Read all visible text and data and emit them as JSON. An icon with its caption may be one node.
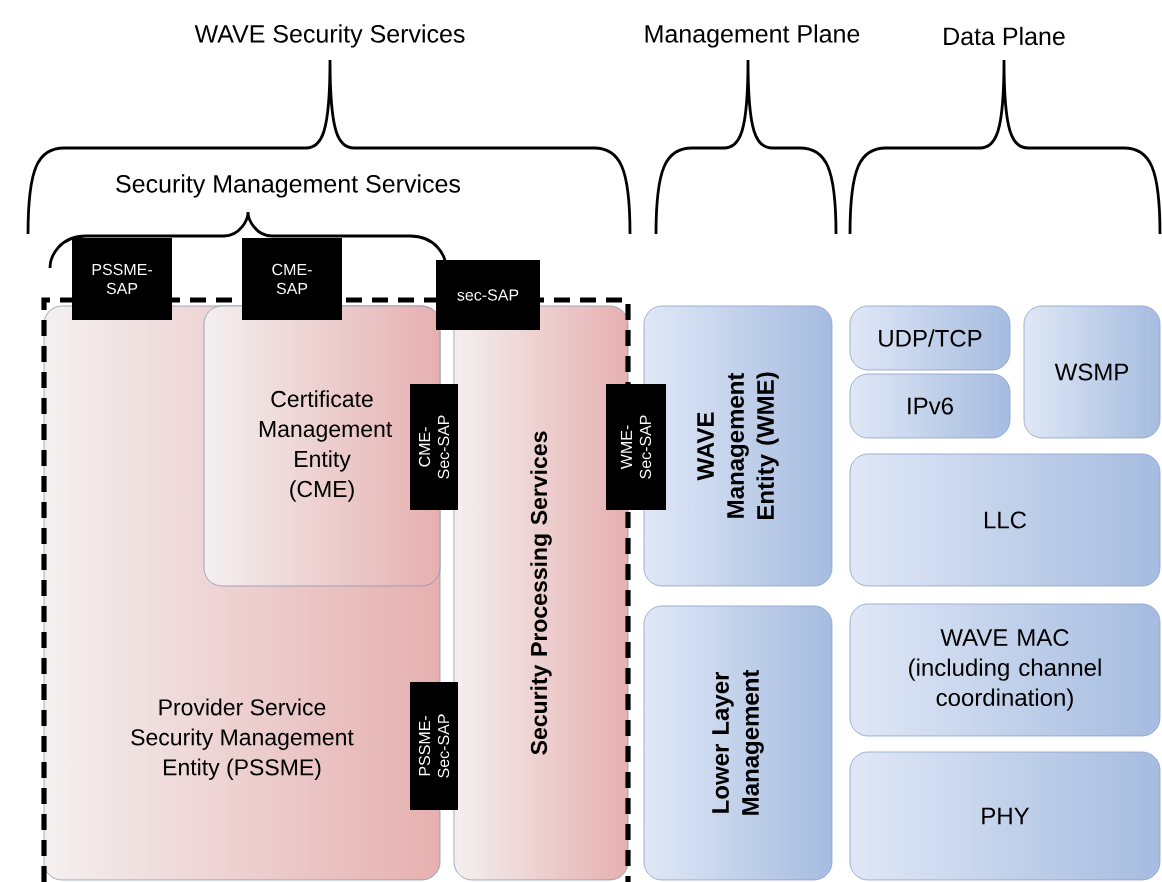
{
  "diagram": {
    "nodes": [
      {
        "text": [
          "Provider Service Security Management Entity (PSSME)"
        ]
      },
      {
        "text": [
          "Certificate Management Entity (CME)"
        ],
        "in": 0
      },
      {
        "text": [
          "Security Processing Services"
        ]
      },
      {
        "text": [
          "WAVE Management Entity (WME)"
        ]
      },
      {
        "text": [
          "Lower Layer Management"
        ]
      },
      {
        "text": [
          "UDP/TCP"
        ]
      },
      {
        "text": [
          "IPv6"
        ]
      },
      {
        "text": [
          "WSMP"
        ]
      },
      {
        "text": [
          "LLC"
        ]
      },
      {
        "text": [
          "WAVE MAC (including channel coordination)"
        ]
      },
      {
        "text": [
          "PHY"
        ]
      },
      {
        "text": [
          "PSSME-SAP"
        ]
      },
      {
        "text": [
          "CME-SAP"
        ]
      },
      {
        "text": [
          "sec-SAP"
        ]
      },
      {
        "text": [
          "CME-Sec-SAP"
        ]
      },
      {
        "text": [
          "PSSME-Sec-SAP"
        ]
      },
      {
        "text": [
          "WME-Sec-SAP"
        ]
      }
    ],
    "labels": [
      "WAVE Security Services",
      "Management Plane",
      "Data Plane",
      "Security Management Services"
    ]
  }
}
